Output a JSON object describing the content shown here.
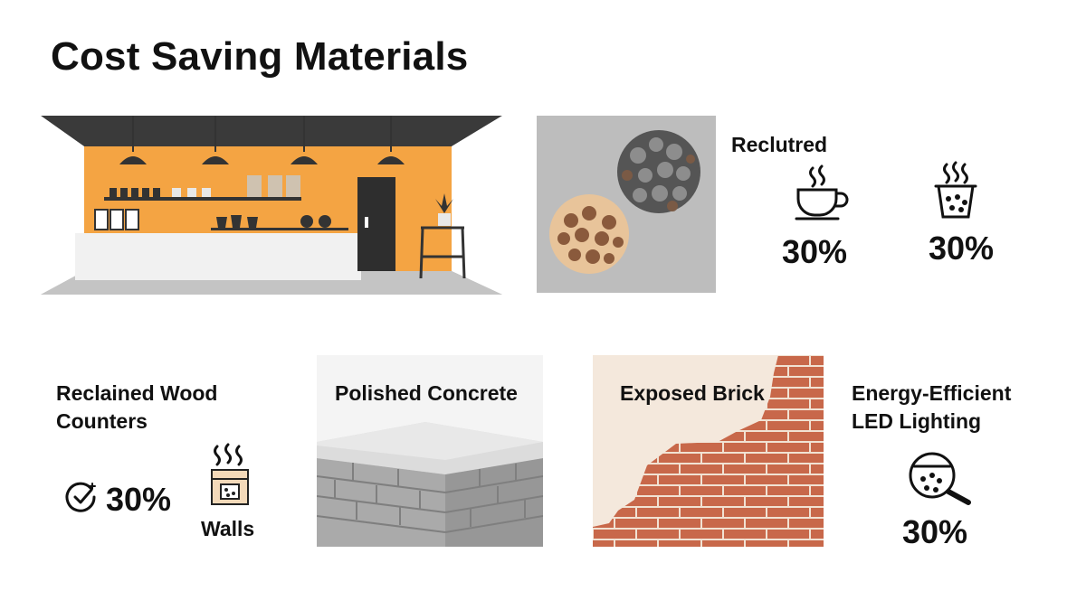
{
  "title": "Cost Saving Materials",
  "top_right": {
    "label": "Reclutred",
    "stats": [
      {
        "icon": "coffee-cup-icon",
        "value": "30%"
      },
      {
        "icon": "bubble-tea-cup-icon",
        "value": "30%"
      }
    ]
  },
  "wood": {
    "label_line1": "Reclained Wood",
    "label_line2": "Counters",
    "icon": "badge-check-icon",
    "value": "30%",
    "sub_icon": "steaming-box-icon",
    "sub_label": "Walls"
  },
  "concrete": {
    "label": "Polished Concrete"
  },
  "brick": {
    "label": "Exposed Brick"
  },
  "led": {
    "label_line1": "Energy-Efficient",
    "label_line2": "LED Lighting",
    "icon": "magnifier-icon",
    "value": "30%"
  },
  "colors": {
    "accent_orange": "#F4A443",
    "dark": "#3a3a3a",
    "concrete_gray": "#bdbdbd",
    "brick": "#C8684A",
    "pebble_brown": "#8a5a3c"
  }
}
